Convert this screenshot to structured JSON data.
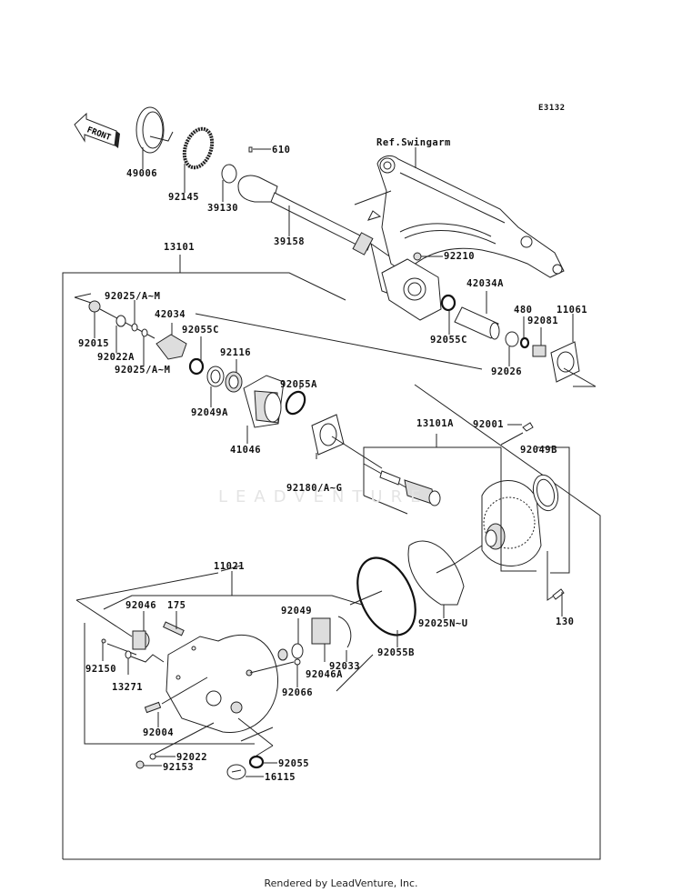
{
  "diagram": {
    "code": "E3132",
    "reference_label": "Ref.Swingarm",
    "front_arrow_label": "FRONT",
    "watermark": "LEADVENTURE",
    "footer": "Rendered by LeadVenture, Inc.",
    "parts": [
      {
        "id": "49006",
        "label": "49006"
      },
      {
        "id": "92145",
        "label": "92145"
      },
      {
        "id": "39130",
        "label": "39130"
      },
      {
        "id": "610",
        "label": "610"
      },
      {
        "id": "39158",
        "label": "39158"
      },
      {
        "id": "92210",
        "label": "92210"
      },
      {
        "id": "13101",
        "label": "13101"
      },
      {
        "id": "92025-am-1",
        "label": "92025/A~M"
      },
      {
        "id": "42034",
        "label": "42034"
      },
      {
        "id": "92055C-1",
        "label": "92055C"
      },
      {
        "id": "92015",
        "label": "92015"
      },
      {
        "id": "92022A",
        "label": "92022A"
      },
      {
        "id": "92025-am-2",
        "label": "92025/A~M"
      },
      {
        "id": "92116",
        "label": "92116"
      },
      {
        "id": "92049A",
        "label": "92049A"
      },
      {
        "id": "92055A",
        "label": "92055A"
      },
      {
        "id": "41046",
        "label": "41046"
      },
      {
        "id": "92180",
        "label": "92180/A~G"
      },
      {
        "id": "42034A",
        "label": "42034A"
      },
      {
        "id": "92055C-2",
        "label": "92055C"
      },
      {
        "id": "480",
        "label": "480"
      },
      {
        "id": "92081",
        "label": "92081"
      },
      {
        "id": "11061",
        "label": "11061"
      },
      {
        "id": "92026",
        "label": "92026"
      },
      {
        "id": "13101A",
        "label": "13101A"
      },
      {
        "id": "92001",
        "label": "92001"
      },
      {
        "id": "92049B",
        "label": "92049B"
      },
      {
        "id": "130",
        "label": "130"
      },
      {
        "id": "92025N-U",
        "label": "92025N~U"
      },
      {
        "id": "92055B",
        "label": "92055B"
      },
      {
        "id": "11021",
        "label": "11021"
      },
      {
        "id": "92046",
        "label": "92046"
      },
      {
        "id": "175",
        "label": "175"
      },
      {
        "id": "92049",
        "label": "92049"
      },
      {
        "id": "92033",
        "label": "92033"
      },
      {
        "id": "92046A",
        "label": "92046A"
      },
      {
        "id": "92150",
        "label": "92150"
      },
      {
        "id": "13271",
        "label": "13271"
      },
      {
        "id": "92066",
        "label": "92066"
      },
      {
        "id": "92004",
        "label": "92004"
      },
      {
        "id": "92022",
        "label": "92022"
      },
      {
        "id": "92153",
        "label": "92153"
      },
      {
        "id": "92055",
        "label": "92055"
      },
      {
        "id": "16115",
        "label": "16115"
      }
    ]
  }
}
